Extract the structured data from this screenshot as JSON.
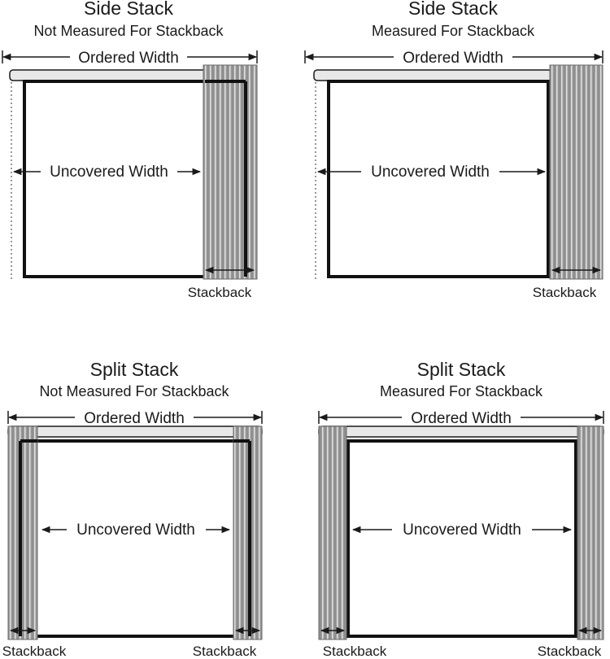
{
  "colors": {
    "ink": "#1a1a1a",
    "frame": "#111111",
    "pleat_fill": "#9a9a9a",
    "pleat_line": "#d9d9d9",
    "rod": "#e8e8e8",
    "dotted": "#777777"
  },
  "panels": [
    {
      "title": "Side Stack",
      "subtitle": "Not Measured For Stackback",
      "ordered_label": "Ordered Width",
      "uncovered_label": "Uncovered Width",
      "stackback_labels": [
        "Stackback"
      ]
    },
    {
      "title": "Side Stack",
      "subtitle": "Measured For Stackback",
      "ordered_label": "Ordered Width",
      "uncovered_label": "Uncovered Width",
      "stackback_labels": [
        "Stackback"
      ]
    },
    {
      "title": "Split Stack",
      "subtitle": "Not Measured For Stackback",
      "ordered_label": "Ordered Width",
      "uncovered_label": "Uncovered Width",
      "stackback_labels": [
        "Stackback",
        "Stackback"
      ]
    },
    {
      "title": "Split Stack",
      "subtitle": "Measured For Stackback",
      "ordered_label": "Ordered Width",
      "uncovered_label": "Uncovered Width",
      "stackback_labels": [
        "Stackback",
        "Stackback"
      ]
    }
  ]
}
